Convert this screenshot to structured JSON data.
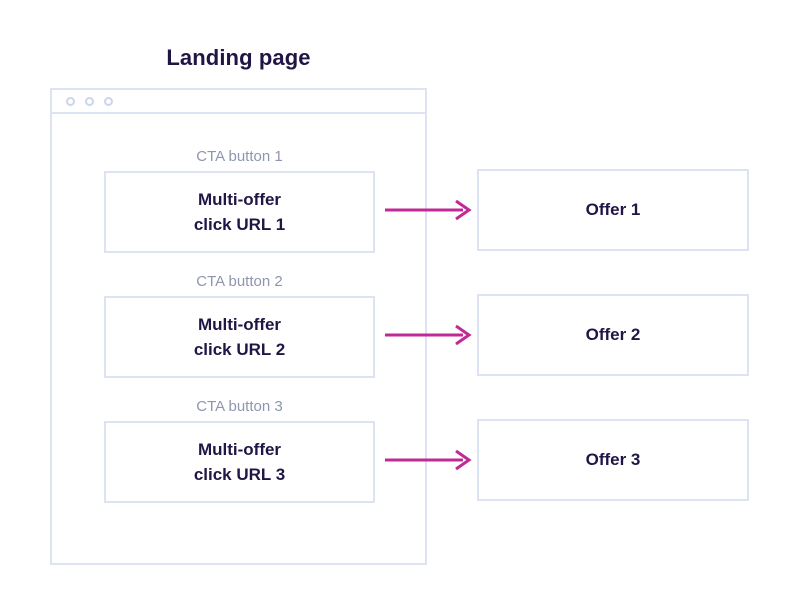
{
  "diagram": {
    "title": "Landing page",
    "colors": {
      "text_dark": "#211546",
      "label_muted": "#8f96ad",
      "border_light": "#dde3f3",
      "arrow_magenta": "#c02a95",
      "background": "#ffffff"
    },
    "browser": {
      "name": "browser-window",
      "dots": [
        "window-dot-1",
        "window-dot-2",
        "window-dot-3"
      ]
    },
    "rows": [
      {
        "cta_label": "CTA button 1",
        "cta_line1": "Multi-offer",
        "cta_line2": "click URL 1",
        "arrow": "arrow-right-icon",
        "offer_label": "Offer 1"
      },
      {
        "cta_label": "CTA button 2",
        "cta_line1": "Multi-offer",
        "cta_line2": "click URL 2",
        "arrow": "arrow-right-icon",
        "offer_label": "Offer 2"
      },
      {
        "cta_label": "CTA button 3",
        "cta_line1": "Multi-offer",
        "cta_line2": "click URL 3",
        "arrow": "arrow-right-icon",
        "offer_label": "Offer 3"
      }
    ]
  }
}
